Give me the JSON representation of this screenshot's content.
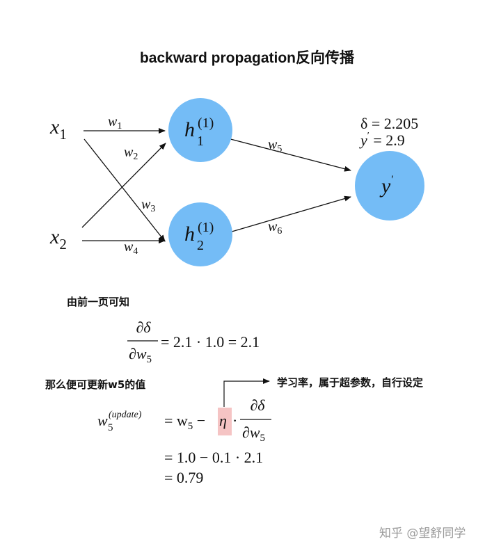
{
  "title": "backward propagation反向传播",
  "network": {
    "inputs": [
      {
        "var": "x",
        "sub": "1"
      },
      {
        "var": "x",
        "sub": "2"
      }
    ],
    "hidden": [
      {
        "var": "h",
        "sub": "1",
        "sup": "(1)"
      },
      {
        "var": "h",
        "sub": "2",
        "sup": "(1)"
      }
    ],
    "output": {
      "var": "y",
      "prime": "′"
    },
    "weights": [
      {
        "var": "w",
        "sub": "1"
      },
      {
        "var": "w",
        "sub": "2"
      },
      {
        "var": "w",
        "sub": "3"
      },
      {
        "var": "w",
        "sub": "4"
      },
      {
        "var": "w",
        "sub": "5"
      },
      {
        "var": "w",
        "sub": "6"
      }
    ],
    "delta_line": "δ = 2.205",
    "yprime_var": "y",
    "yprime_prime": "′",
    "yprime_rest": " = 2.9",
    "node_color": "#74bcf6"
  },
  "section1": {
    "heading": "由前一页可知",
    "num": "∂δ",
    "den": "∂w",
    "den_sub": "5",
    "rhs": "= 2.1 · 1.0 = 2.1"
  },
  "section2": {
    "heading": "那么便可更新w5的值",
    "annotation": "学习率，属于超参数，自行设定",
    "lhs_var": "w",
    "lhs_sub": "5",
    "lhs_sup": "(update)",
    "eq1_a": "= w",
    "eq1_a_sub": "5",
    "eq1_minus": " −",
    "eta": "η",
    "dot": "·",
    "num": "∂δ",
    "den": "∂w",
    "den_sub": "5",
    "line2": "= 1.0 − 0.1 · 2.1",
    "line3": "= 0.79",
    "highlight_color": "#f5c4c4"
  },
  "watermark": "知乎 @望舒同学"
}
